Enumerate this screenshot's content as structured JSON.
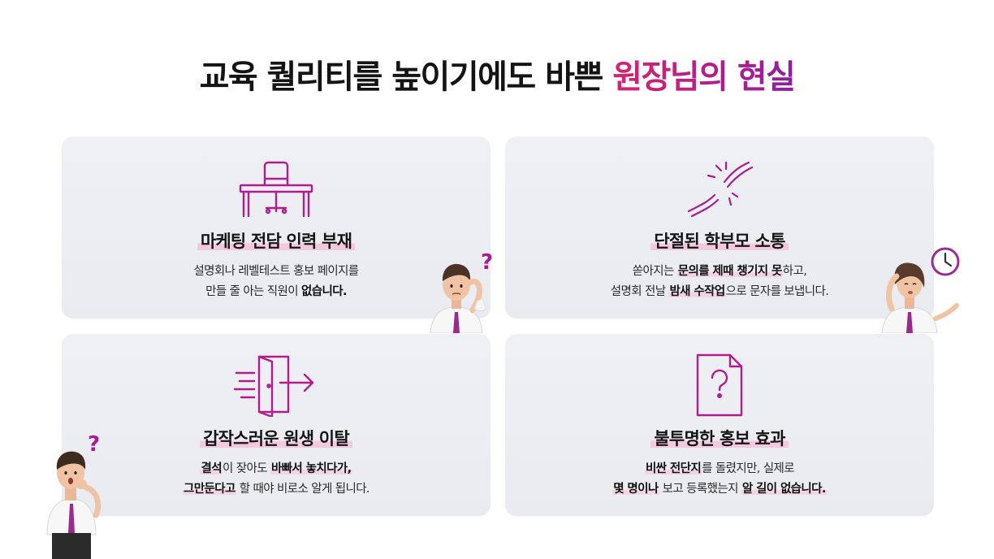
{
  "title": {
    "main": "교육 퀄리티를 높이기에도 바쁜 ",
    "highlight": "원장님의 현실"
  },
  "cards": [
    {
      "title": "마케팅 전담 인력 부재",
      "line1": [
        "설명회나 레벨테스트 홍보 페이지를"
      ],
      "line2": [
        "만들 줄 아는 직원이 ",
        "없습니다."
      ],
      "icon": "empty-desk-icon"
    },
    {
      "title": "단절된 학부모 소통",
      "line1": [
        "쏟아지는 ",
        "문의를 제때 챙기지 못",
        "하고,"
      ],
      "line2": [
        "설명회 전날 ",
        "밤새 수작업",
        "으로 문자를 보냅니다."
      ],
      "icon": "broken-cable-icon"
    },
    {
      "title": "갑작스러운 원생 이탈",
      "line1": [
        "결석",
        "이 잦아도 ",
        "바빠서 놓치다가,"
      ],
      "line2": [
        "그만둔다고",
        " 할 때야 비로소 알게 됩니다."
      ],
      "icon": "exit-door-icon"
    },
    {
      "title": "불투명한 홍보 효과",
      "line1": [
        "비싼 전단지",
        "를 돌렸지만, 실제로"
      ],
      "line2": [
        "몇 명이나",
        " 보고 등록했는지 ",
        "알 길이 없습니다."
      ],
      "icon": "question-document-icon"
    }
  ],
  "qmark": "?",
  "colors": {
    "accent": "#b01e8e",
    "accent_pink": "#d6246e",
    "card_bg": "#eceef2"
  }
}
